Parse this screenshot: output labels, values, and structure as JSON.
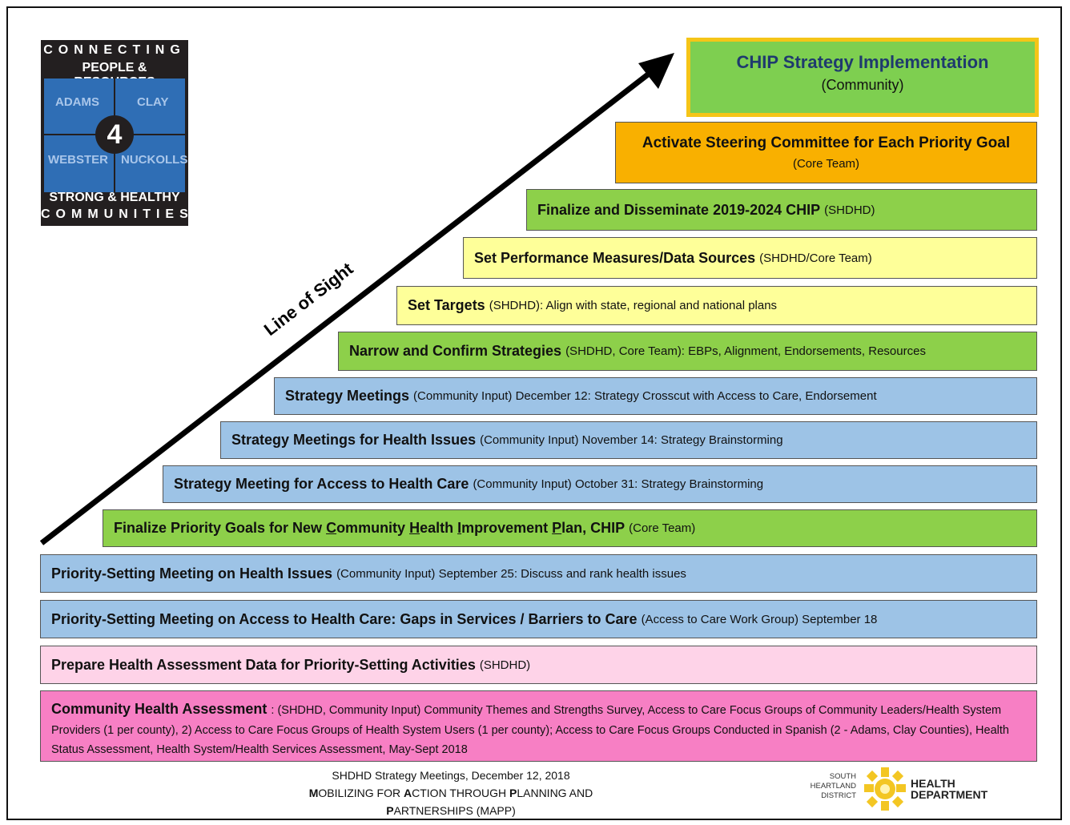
{
  "logo": {
    "line1": "CONNECTING",
    "line2": "PEOPLE & RESOURCES",
    "q1": "ADAMS",
    "q2": "CLAY",
    "q3": "WEBSTER",
    "q4": "NUCKOLLS",
    "number": "4",
    "line3": "STRONG & HEALTHY",
    "line4": "COMMUNITIES"
  },
  "arrow_label": "Line of Sight",
  "steps": {
    "top": {
      "title": "CHIP Strategy Implementation",
      "sub": "(Community)"
    },
    "s1": {
      "title": "Activate Steering Committee for Each Priority Goal",
      "detail": "(Core Team)"
    },
    "s2": {
      "title": "Finalize and Disseminate 2019-2024 CHIP",
      "detail": "(SHDHD)"
    },
    "s3": {
      "title": "Set Performance Measures/Data Sources",
      "detail": "(SHDHD/Core Team)"
    },
    "s4": {
      "title": "Set Targets",
      "detail": "(SHDHD): Align with state, regional and national plans"
    },
    "s5": {
      "title": "Narrow and Confirm Strategies",
      "detail": "(SHDHD, Core Team): EBPs, Alignment, Endorsements, Resources"
    },
    "s6": {
      "title": "Strategy Meetings",
      "detail": "(Community Input) December 12: Strategy Crosscut with Access to Care, Endorsement"
    },
    "s7": {
      "title": "Strategy Meetings for Health Issues",
      "detail": "(Community Input) November 14: Strategy Brainstorming"
    },
    "s8": {
      "title": "Strategy Meeting for Access to Health Care",
      "detail": "(Community Input) October 31: Strategy Brainstorming"
    },
    "s9": {
      "title_a": "Finalize Priority Goals for New ",
      "u1": "C",
      "t1": "ommunity ",
      "u2": "H",
      "t2": "ealth ",
      "u3": "I",
      "t3": "mprovement ",
      "u4": "P",
      "t4": "lan, CHIP",
      "detail": "(Core Team)"
    },
    "s10": {
      "title": "Priority-Setting Meeting on Health Issues",
      "detail": "(Community Input) September 25: Discuss and rank health issues"
    },
    "s11": {
      "title": "Priority-Setting Meeting on Access to Health Care: Gaps in Services / Barriers to Care",
      "detail": "(Access to Care Work Group) September 18"
    },
    "s12": {
      "title": "Prepare Health Assessment Data for Priority-Setting Activities",
      "detail": "(SHDHD)"
    },
    "s13": {
      "title": "Community Health Assessment",
      "detail": ": (SHDHD, Community Input) Community Themes and Strengths Survey, Access to Care Focus Groups of Community Leaders/Health System Providers (1 per county), 2) Access to Care Focus Groups of Health System Users (1 per county); Access to Care Focus Groups Conducted in Spanish (2 - Adams, Clay Counties), Health Status Assessment, Health System/Health Services Assessment,  May-Sept 2018"
    }
  },
  "footer": {
    "line1": "SHDHD Strategy Meetings, December 12, 2018",
    "line2_parts": [
      "M",
      "OBILIZING FOR ",
      "A",
      "CTION THROUGH ",
      "P",
      "LANNING AND ",
      "P",
      "ARTNERSHIPS (MAPP)"
    ]
  },
  "health_dept": {
    "small1": "SOUTH",
    "small2": "HEARTLAND",
    "small3": "DISTRICT",
    "big1": "HEALTH",
    "big2": "DEPARTMENT"
  }
}
